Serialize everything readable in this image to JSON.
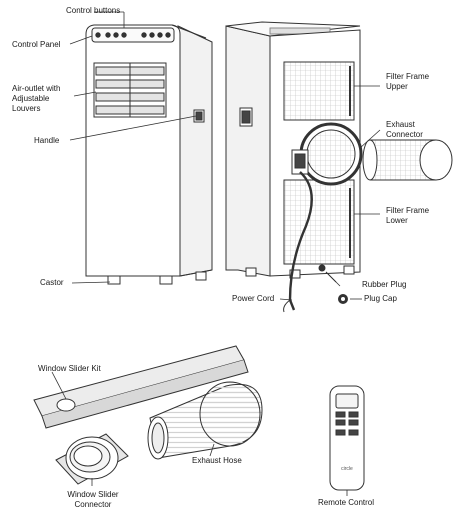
{
  "labels": {
    "control_buttons": "Control buttons",
    "control_panel": "Control Panel",
    "air_outlet": "Air-outlet with Adjustable Louvers",
    "handle": "Handle",
    "castor": "Castor",
    "filter_frame_upper": "Filter Frame Upper",
    "exhaust_connector": "Exhaust Connector",
    "filter_frame_lower": "Filter Frame Lower",
    "rubber_plug": "Rubber Plug",
    "plug_cap": "Plug Cap",
    "power_cord": "Power Cord",
    "window_slider_kit": "Window Slider Kit",
    "window_slider_connector": "Window Slider Connector",
    "exhaust_hose": "Exhaust Hose",
    "remote_control": "Remote Control"
  },
  "remote_brand": "circle"
}
